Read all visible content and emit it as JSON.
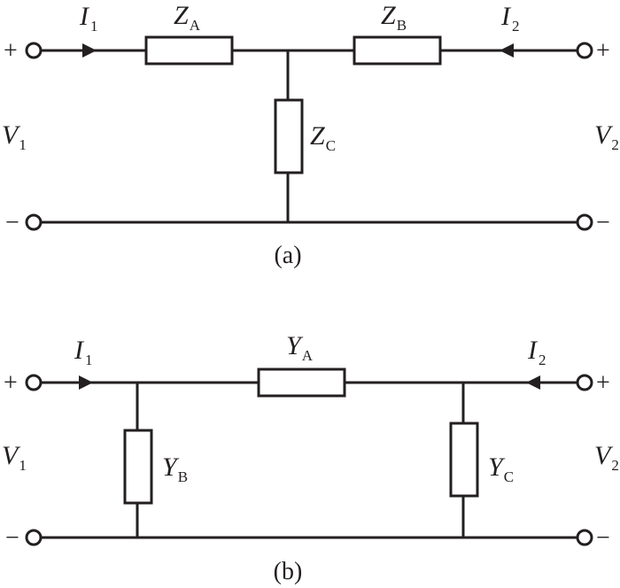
{
  "network_a": {
    "caption": "(a)",
    "I1": {
      "sym": "I",
      "sub": "1"
    },
    "I2": {
      "sym": "I",
      "sub": "2"
    },
    "ZA": {
      "sym": "Z",
      "sub": "A"
    },
    "ZB": {
      "sym": "Z",
      "sub": "B"
    },
    "ZC": {
      "sym": "Z",
      "sub": "C"
    },
    "V1": {
      "sym": "V",
      "sub": "1"
    },
    "V2": {
      "sym": "V",
      "sub": "2"
    },
    "plus_left": "+",
    "plus_right": "+",
    "minus_left": "−",
    "minus_right": "−"
  },
  "network_b": {
    "caption": "(b)",
    "I1": {
      "sym": "I",
      "sub": "1"
    },
    "I2": {
      "sym": "I",
      "sub": "2"
    },
    "YA": {
      "sym": "Y",
      "sub": "A"
    },
    "YB": {
      "sym": "Y",
      "sub": "B"
    },
    "YC": {
      "sym": "Y",
      "sub": "C"
    },
    "V1": {
      "sym": "V",
      "sub": "1"
    },
    "V2": {
      "sym": "V",
      "sub": "2"
    },
    "plus_left": "+",
    "plus_right": "+",
    "minus_left": "−",
    "minus_right": "−"
  }
}
